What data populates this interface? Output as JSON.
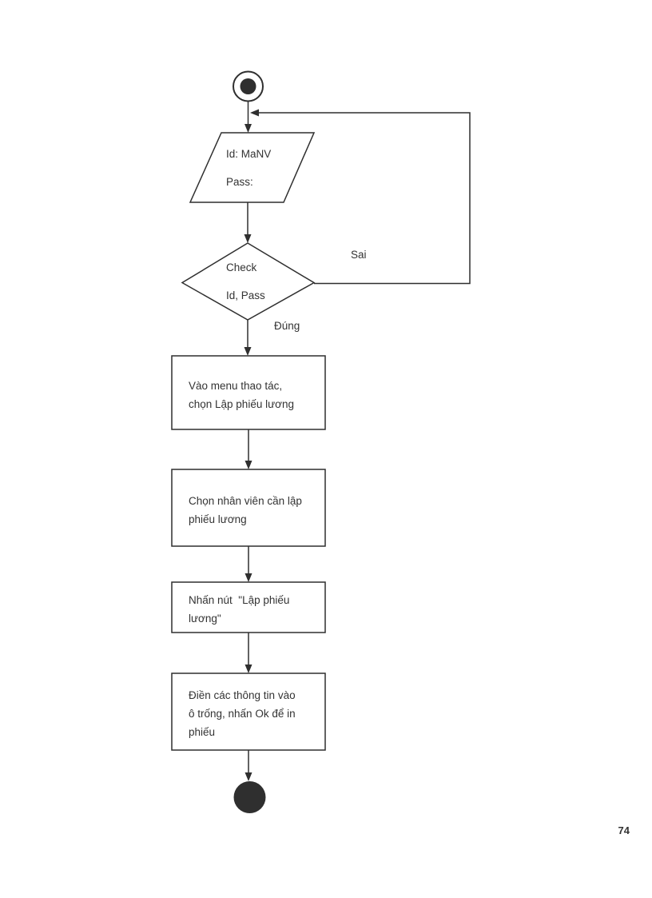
{
  "theme": {
    "stroke_color": "#2f2f2f",
    "text_color": "#333333",
    "page_background": "#ffffff"
  },
  "page": {
    "number": "74"
  },
  "flowchart": {
    "start_node": "initial-state",
    "end_node": "final-state",
    "input_shape": {
      "lines": [
        "Id: MaNV",
        "Pass:"
      ]
    },
    "decision": {
      "lines": [
        "Check",
        "Id, Pass"
      ]
    },
    "branch": {
      "false_label": "Sai",
      "true_label": "Đúng"
    },
    "steps": [
      {
        "lines": [
          "Vào menu thao tác,",
          "chọn Lập phiếu lương"
        ]
      },
      {
        "lines": [
          "Chọn nhân viên cần lập",
          "phiếu lương"
        ]
      },
      {
        "lines": [
          "Nhấn nút  \"Lập phiếu",
          "lương\""
        ]
      },
      {
        "lines": [
          "Điền các thông tin vào",
          "ô trống, nhấn Ok để in",
          "phiếu"
        ]
      }
    ]
  }
}
